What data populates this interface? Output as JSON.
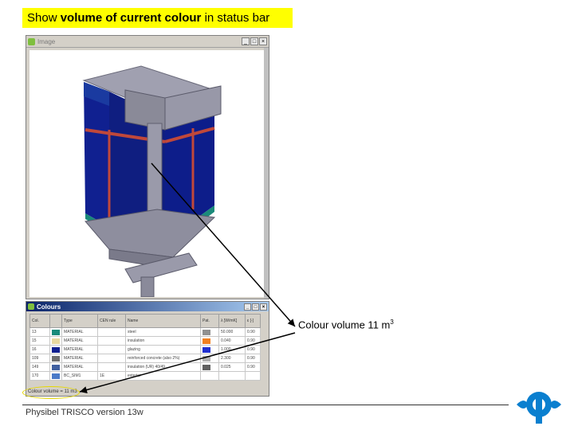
{
  "slide": {
    "title_prefix": "Show ",
    "title_bold1": "volume of current colour",
    "title_mid": " in status bar",
    "annotation": "Colour volume 11 m",
    "annotation_sup": "3",
    "footer": "Physibel TRISCO version 13w"
  },
  "image_window": {
    "title": "Image",
    "buttons": [
      "_",
      "□",
      "×"
    ]
  },
  "colours_window": {
    "title": "Colours",
    "buttons": [
      "_",
      "□",
      "×"
    ],
    "columns": [
      "Col.",
      "Type",
      "CEN rule",
      "Name",
      "Pat.",
      "λ [W/mK]",
      "ε [-]"
    ],
    "rows": [
      {
        "col": "13",
        "type": "MATERIAL",
        "cen": "",
        "name": "steel",
        "lambda": "50.000",
        "eps": "0.90",
        "color": "#1a8a7a",
        "pat": "#909090"
      },
      {
        "col": "15",
        "type": "MATERIAL",
        "cen": "",
        "name": "insulation",
        "lambda": "0.040",
        "eps": "0.90",
        "color": "#e8d8a0",
        "pat": "#f08020"
      },
      {
        "col": "16",
        "type": "MATERIAL",
        "cen": "",
        "name": "glazing",
        "lambda": "1.000",
        "eps": "0.90",
        "color": "#102090",
        "pat": "#2030d0"
      },
      {
        "col": "109",
        "type": "MATERIAL",
        "cen": "",
        "name": "reinforced concrete (also 2%)",
        "lambda": "2.300",
        "eps": "0.90",
        "color": "#707070",
        "pat": "#b0b0b0"
      },
      {
        "col": "149",
        "type": "MATERIAL",
        "cen": "",
        "name": "insulation (UR) 40/49",
        "lambda": "0.025",
        "eps": "0.90",
        "color": "#4060a0",
        "pat": "#606060"
      },
      {
        "col": "170",
        "type": "BC_SIM1",
        "cen": "1E",
        "name": "exterior",
        "lambda": "",
        "eps": "",
        "color": "#4a7ac8",
        "pat": "#ffffff"
      }
    ],
    "status": "Colour volume = 11 m3"
  },
  "colors": {
    "highlight": "#ffff00",
    "glazing": "#102090",
    "steel_beam": "#c0483a",
    "teal": "#1a8a7a"
  }
}
